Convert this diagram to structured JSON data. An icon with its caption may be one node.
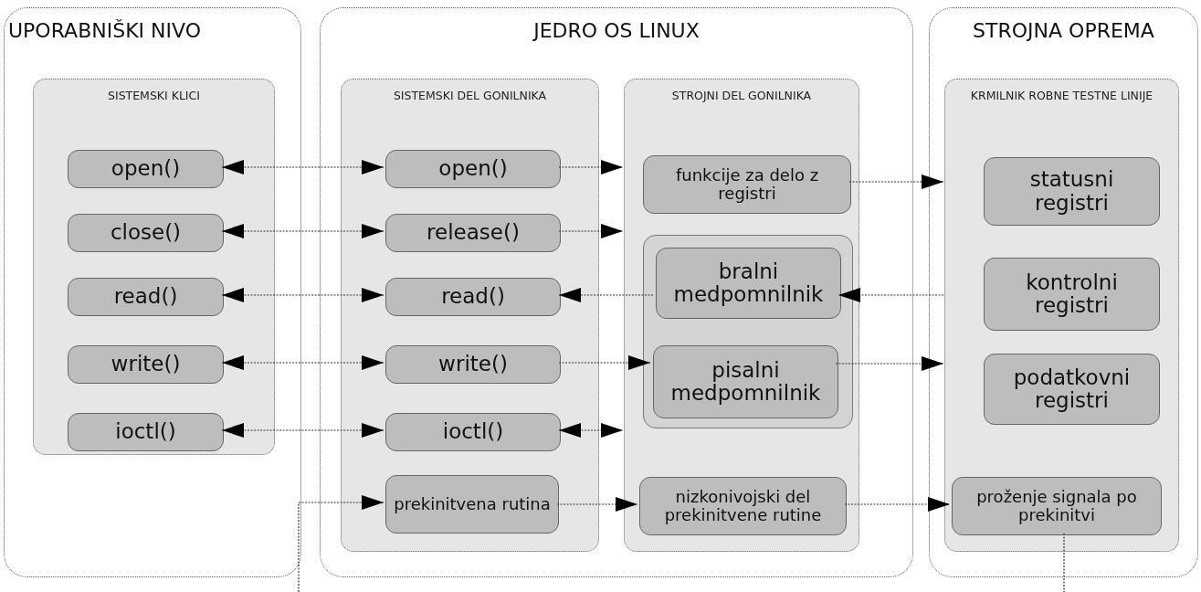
{
  "diagram": {
    "nodes": [
      {
        "text": [
          "UPORABNIŠKI NIVO"
        ]
      },
      {
        "text": [
          "SISTEMSKI KLICI"
        ],
        "in": 0
      },
      {
        "text": [
          "open()"
        ],
        "in": 1
      },
      {
        "text": [
          "close()"
        ],
        "in": 1
      },
      {
        "text": [
          "read()"
        ],
        "in": 1
      },
      {
        "text": [
          "write()"
        ],
        "in": 1
      },
      {
        "text": [
          "ioctl()"
        ],
        "in": 1
      },
      {
        "text": [
          "JEDRO OS LINUX"
        ]
      },
      {
        "text": [
          "SISTEMSKI DEL GONILNIKA"
        ],
        "in": 7
      },
      {
        "text": [
          "open()"
        ],
        "in": 8
      },
      {
        "text": [
          "release()"
        ],
        "in": 8
      },
      {
        "text": [
          "read()"
        ],
        "in": 8
      },
      {
        "text": [
          "write()"
        ],
        "in": 8
      },
      {
        "text": [
          "ioctl()"
        ],
        "in": 8
      },
      {
        "text": [
          "prekinitvena rutina"
        ],
        "in": 8
      },
      {
        "text": [
          "STROJNI DEL GONILNIKA"
        ],
        "in": 7
      },
      {
        "text": [
          "funkcije za delo z registri"
        ],
        "in": 15
      },
      {
        "text": [],
        "shape": "box",
        "in": 15
      },
      {
        "text": [
          "bralni medpomnilnik"
        ],
        "in": 17
      },
      {
        "text": [
          "pisalni medpomnilnik"
        ],
        "in": 17
      },
      {
        "text": [
          "nizkonivojski del prekinitvene rutine"
        ],
        "in": 15
      },
      {
        "text": [
          "STROJNA OPREMA"
        ]
      },
      {
        "text": [
          "KRMILNIK ROBNE TESTNE LINIJE"
        ],
        "in": 21
      },
      {
        "text": [
          "statusni registri"
        ],
        "in": 22
      },
      {
        "text": [
          "kontrolni registri"
        ],
        "in": 22
      },
      {
        "text": [
          "podatkovni registri"
        ],
        "in": 22
      },
      {
        "text": [
          "proženje signala po prekinitvi"
        ],
        "in": 22
      }
    ],
    "edges": [
      {
        "from": 2,
        "to": 9,
        "arrow": "both"
      },
      {
        "from": 3,
        "to": 10,
        "arrow": "both"
      },
      {
        "from": 4,
        "to": 11,
        "arrow": "both"
      },
      {
        "from": 5,
        "to": 12,
        "arrow": "both"
      },
      {
        "from": 6,
        "to": 13,
        "arrow": "both"
      },
      {
        "from": 9,
        "to": 15,
        "arrow": "to"
      },
      {
        "from": 10,
        "to": 15,
        "arrow": "to"
      },
      {
        "from": 18,
        "to": 11,
        "arrow": "to"
      },
      {
        "from": 22,
        "to": 18,
        "arrow": "to"
      },
      {
        "from": 12,
        "to": 19,
        "arrow": "to"
      },
      {
        "from": 13,
        "to": 15,
        "arrow": "both"
      },
      {
        "from": 16,
        "to": 22,
        "arrow": "to"
      },
      {
        "from": 19,
        "to": 22,
        "arrow": "to"
      },
      {
        "from": 14,
        "to": 20,
        "arrow": "to"
      },
      {
        "from": 20,
        "to": 26,
        "arrow": "to"
      },
      {
        "from": 26,
        "to": null,
        "arrow": "none"
      },
      {
        "from": null,
        "to": 14,
        "arrow": "to"
      }
    ]
  }
}
